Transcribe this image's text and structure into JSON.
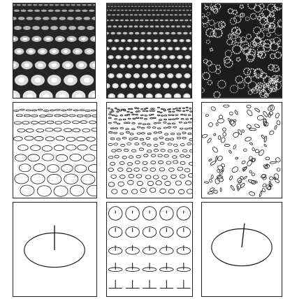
{
  "figure": {
    "rows": [
      {
        "row": "texture-images",
        "panels": [
          "regular-perspective-texture",
          "dense-regular-perspective-texture",
          "random-texture"
        ]
      },
      {
        "row": "detected-texels",
        "panels": [
          "regular-texel-ellipses",
          "dense-texel-ellipses",
          "random-texel-contours"
        ]
      },
      {
        "row": "surface-orientation",
        "panels": [
          "estimated-orientation-1",
          "orientation-sample-grid",
          "estimated-orientation-2"
        ]
      }
    ],
    "colors": {
      "ink": "#1a1a1a",
      "background": "#ffffff"
    }
  }
}
